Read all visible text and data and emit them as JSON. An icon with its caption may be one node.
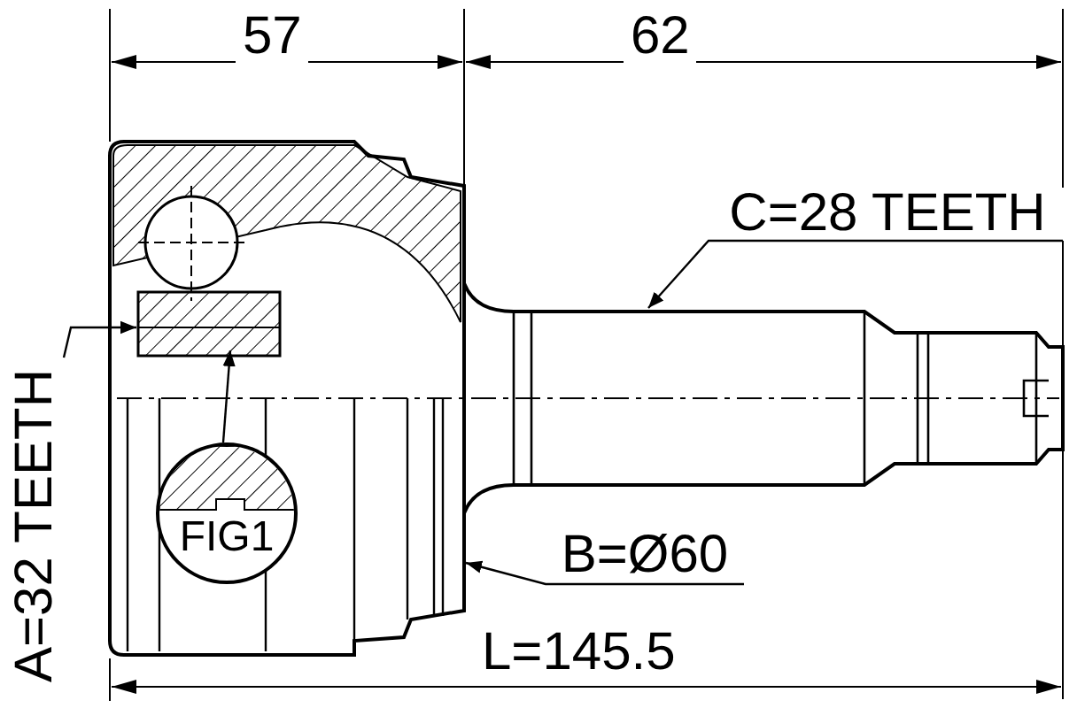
{
  "diagram": {
    "nodes": [
      {
        "text": [
          "C=28 TEETH"
        ]
      },
      {
        "text": [
          "B=Ø60"
        ]
      },
      {
        "text": [
          "A=32 TEETH"
        ]
      },
      {
        "text": [
          "FIG1"
        ],
        "in": 5
      },
      {
        "text": [],
        "shape": "picture"
      },
      {
        "text": [],
        "shape": "picture"
      },
      {
        "text": [],
        "shape": "picture",
        "in": 5
      }
    ],
    "edges": [
      {
        "from": 0,
        "to": 4,
        "arrow": "to"
      },
      {
        "from": 1,
        "to": 5,
        "arrow": "to"
      },
      {
        "from": 2,
        "to": 6,
        "arrow": "to"
      },
      {
        "from": 3,
        "to": 6,
        "arrow": "to"
      }
    ],
    "labels": [
      "57",
      "62",
      "L=145.5"
    ]
  }
}
